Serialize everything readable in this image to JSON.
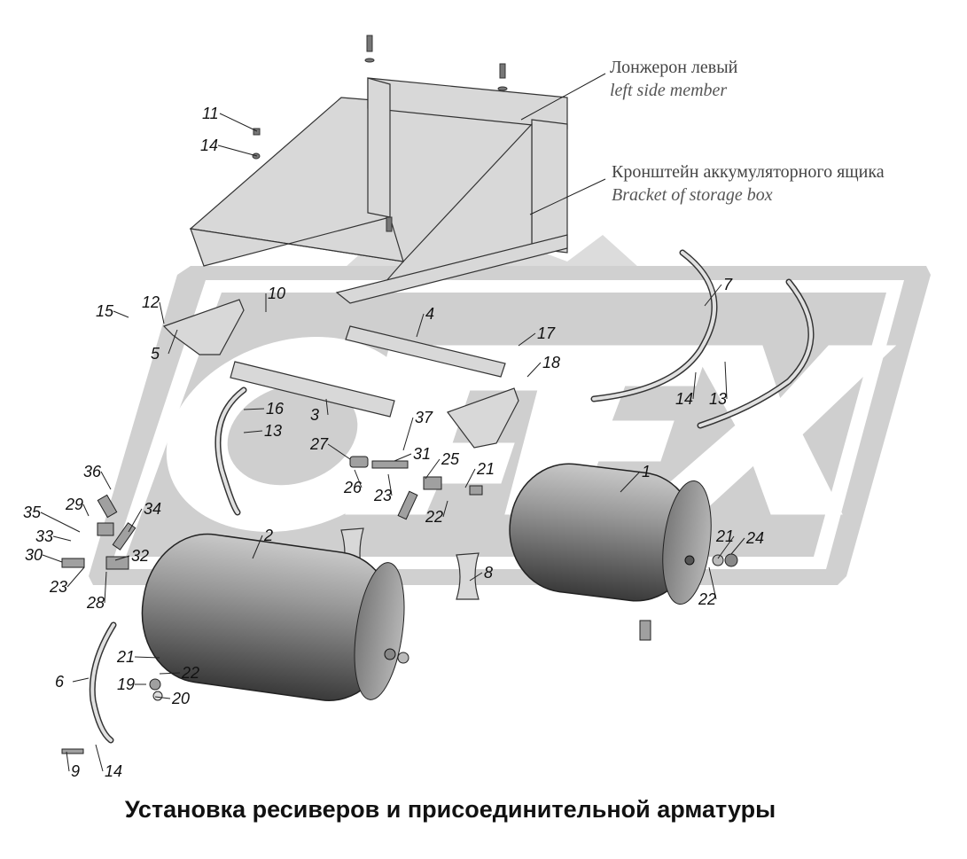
{
  "caption": "Установка ресиверов и присоединительной арматуры",
  "watermark": "OPEX",
  "annotations": [
    {
      "ru": "Лонжерон левый",
      "en": "left side member"
    },
    {
      "ru": "Кронштейн аккумуляторного ящика",
      "en": "Bracket of storage box"
    }
  ],
  "callouts": [
    "11",
    "14",
    "15",
    "12",
    "10",
    "5",
    "4",
    "17",
    "18",
    "7",
    "14",
    "13",
    "16",
    "13",
    "3",
    "37",
    "27",
    "31",
    "25",
    "21",
    "1",
    "26",
    "23",
    "22",
    "36",
    "29",
    "34",
    "35",
    "33",
    "32",
    "30",
    "2",
    "21",
    "24",
    "23",
    "28",
    "8",
    "22",
    "21",
    "22",
    "19",
    "20",
    "6",
    "9",
    "14"
  ],
  "colors": {
    "watermark": "#d4d4d4",
    "parts": "#d8d8d8",
    "tanks": "#8a8a8a",
    "text": "#111111"
  }
}
